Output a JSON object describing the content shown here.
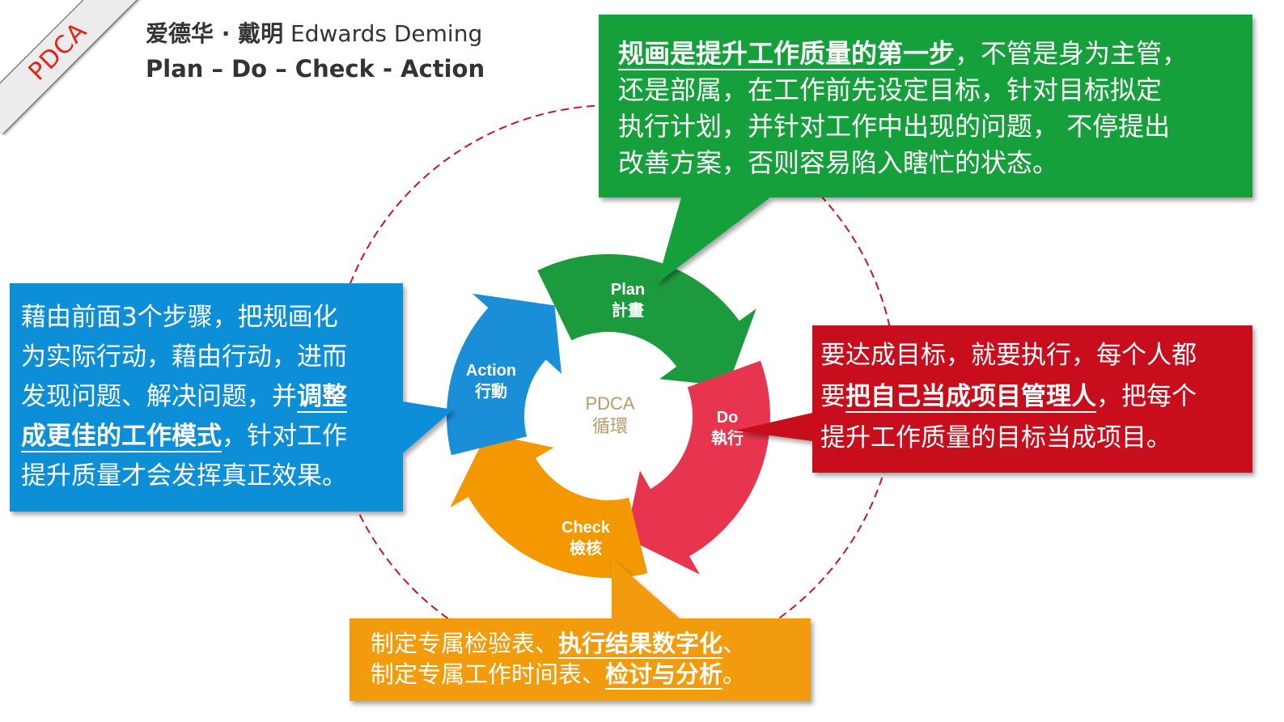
{
  "ribbon": {
    "label": "PDCA"
  },
  "header": {
    "name_cn": "爱德华 · 戴明",
    "name_en": "Edwards Deming",
    "subtitle": "Plan – Do – Check - Action"
  },
  "cycle": {
    "center": {
      "en": "PDCA",
      "zh": "循環"
    },
    "plan": {
      "en": "Plan",
      "zh": "計畫"
    },
    "do": {
      "en": "Do",
      "zh": "執行"
    },
    "check": {
      "en": "Check",
      "zh": "檢核"
    },
    "action": {
      "en": "Action",
      "zh": "行動"
    }
  },
  "colors": {
    "plan": "#1c9a3e",
    "do": "#e8354f",
    "check": "#f39800",
    "action": "#1b8ed8",
    "callout_green": "#18a03b",
    "callout_blue": "#0a8fd8",
    "callout_red": "#c8101e",
    "callout_orange": "#f29b0d",
    "dashed_ring": "#c8161d"
  },
  "callouts": {
    "plan": {
      "line1_highlight": "规画是提升工作质量的第一步",
      "line1_rest": "，不管是身为主管，",
      "line2": "还是部属，在工作前先设定目标，针对目标拟定",
      "line3": "执行计划，并针对工作中出现的问题， 不停提出",
      "line4": "改善方案，否则容易陷入瞎忙的状态。"
    },
    "action": {
      "line1": "藉由前面3个步骤，把规画化",
      "line2": "为实际行动，藉由行动，进而",
      "line3_plain": "发现问题、解决问题，并",
      "line3_highlight": "调整",
      "line4_highlight": "成更佳的工作模式",
      "line4_rest": "，针对工作",
      "line5": "提升质量才会发挥真正效果。"
    },
    "do": {
      "line1": "要达成目标，就要执行，每个人都",
      "line2_plain": "要",
      "line2_highlight": "把自己当成项目管理人",
      "line2_rest": "，把每个",
      "line3": "提升工作质量的目标当成项目。"
    },
    "check": {
      "line1_plain": "制定专属检验表、",
      "line1_highlight": "执行结果数字化",
      "line1_rest": "、",
      "line2_plain": "制定专属工作时间表、",
      "line2_highlight": "检讨与分析",
      "line2_rest": "。"
    }
  }
}
